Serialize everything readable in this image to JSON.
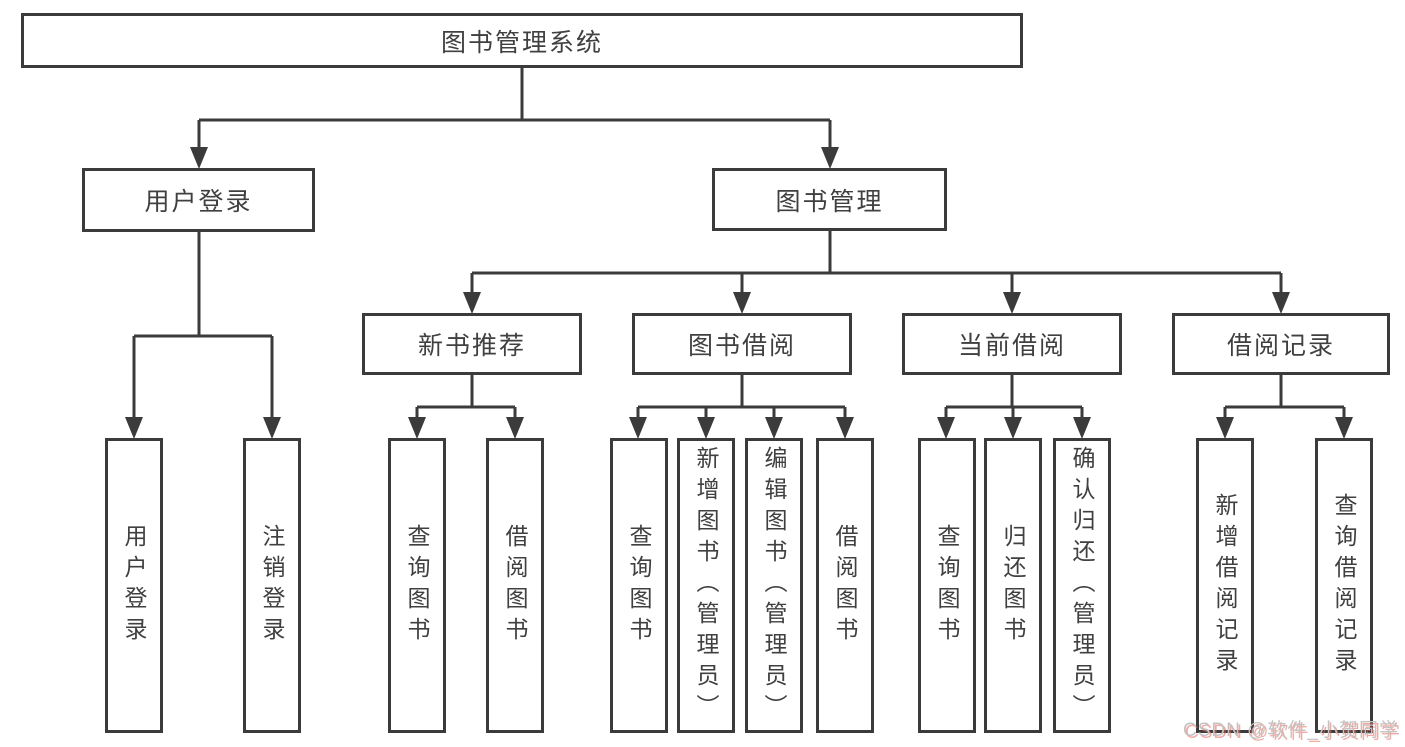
{
  "diagram": {
    "title": "图书管理系统",
    "root": {
      "label": "图书管理系统"
    },
    "level2": [
      {
        "id": "user-login",
        "label": "用户登录"
      },
      {
        "id": "book-management",
        "label": "图书管理"
      }
    ],
    "level3": [
      {
        "id": "new-book-recommend",
        "label": "新书推荐"
      },
      {
        "id": "book-borrowing",
        "label": "图书借阅"
      },
      {
        "id": "current-borrowing",
        "label": "当前借阅"
      },
      {
        "id": "borrowing-records",
        "label": "借阅记录"
      }
    ],
    "leaves": [
      {
        "id": "user-login-leaf",
        "parent": "用户登录",
        "label": "用户登录"
      },
      {
        "id": "logout",
        "parent": "用户登录",
        "label": "注销登录"
      },
      {
        "id": "query-books-recommend",
        "parent": "新书推荐",
        "label": "查询图书"
      },
      {
        "id": "borrow-books-recommend",
        "parent": "新书推荐",
        "label": "借阅图书"
      },
      {
        "id": "query-books-borrowing",
        "parent": "图书借阅",
        "label": "查询图书"
      },
      {
        "id": "add-books-admin",
        "parent": "图书借阅",
        "label": "新增图书（管理员）"
      },
      {
        "id": "edit-books-admin",
        "parent": "图书借阅",
        "label": "编辑图书（管理员）"
      },
      {
        "id": "borrow-books-borrowing",
        "parent": "图书借阅",
        "label": "借阅图书"
      },
      {
        "id": "query-books-current",
        "parent": "当前借阅",
        "label": "查询图书"
      },
      {
        "id": "return-books",
        "parent": "当前借阅",
        "label": "归还图书"
      },
      {
        "id": "confirm-return-admin",
        "parent": "当前借阅",
        "label": "确认归还（管理员）"
      },
      {
        "id": "add-borrow-record",
        "parent": "借阅记录",
        "label": "新增借阅记录"
      },
      {
        "id": "query-borrow-record",
        "parent": "借阅记录",
        "label": "查询借阅记录"
      }
    ]
  },
  "watermark": {
    "text": "CSDN @软件_小贺同学"
  },
  "colors": {
    "line": "#3b3b3b",
    "box_border": "#3b3b3b",
    "text": "#404040",
    "background": "#ffffff",
    "watermark_gray": "#c3c3c3",
    "watermark_red": "#e76557"
  }
}
